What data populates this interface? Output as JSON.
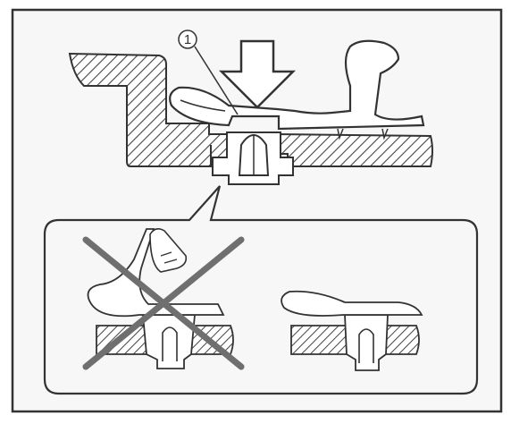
{
  "figure": {
    "callout_label": "1",
    "background_color": "#f7f7f7",
    "line_color": "#333333",
    "hatch_color": "#444444",
    "cross_color": "#6f6f6f",
    "panels": [
      {
        "name": "main-view",
        "shows": "clip-installation"
      },
      {
        "name": "incorrect-example",
        "marked": "crossed-out"
      },
      {
        "name": "correct-example",
        "marked": "none"
      }
    ]
  }
}
